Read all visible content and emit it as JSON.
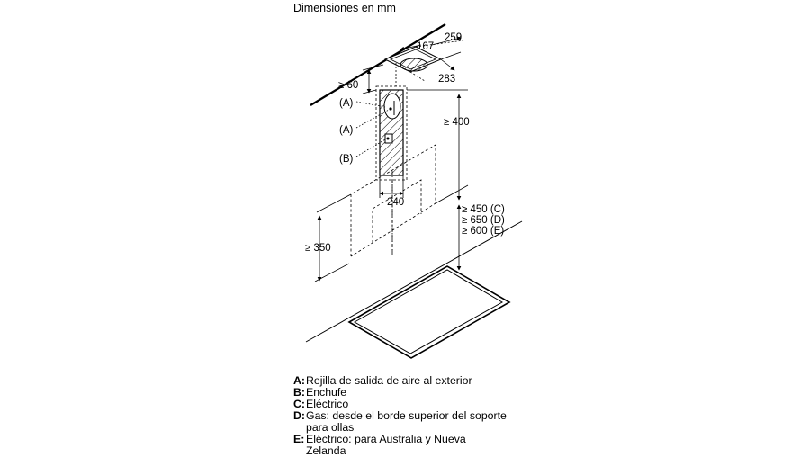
{
  "title": "Dimensiones en mm",
  "dimensions": {
    "top_depth": "259",
    "top_width": "167",
    "top_side": "283",
    "min_60": "≥ 60",
    "min_400": "≥ 400",
    "chimney_width": "240",
    "min_350": "≥ 350",
    "min_450_prefix": "≥ 450 (",
    "min_650_prefix": "≥ 650 (",
    "min_600_prefix": "≥ 600 ("
  },
  "markers": {
    "a1": [
      "(",
      "A",
      ")"
    ],
    "a2": [
      "(",
      "A",
      ")"
    ],
    "b": [
      "(",
      "B",
      ")"
    ],
    "c": "C",
    "d": "D",
    "e": "E",
    "close": ")"
  },
  "legend": [
    {
      "key": "A:",
      "text": "Rejilla de salida de aire al exterior"
    },
    {
      "key": "B:",
      "text": "Enchufe"
    },
    {
      "key": "C:",
      "text": "Eléctrico"
    },
    {
      "key": "D:",
      "text": "Gas: desde el borde superior del soporte para ollas"
    },
    {
      "key": "E:",
      "text": "Eléctrico: para Australia y Nueva Zelanda"
    }
  ]
}
